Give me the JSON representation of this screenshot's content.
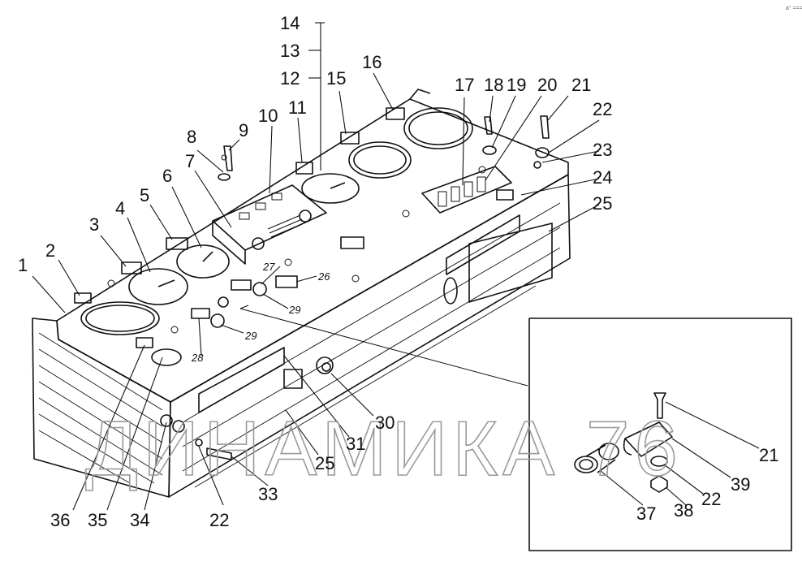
{
  "diagram": {
    "callouts": [
      "1",
      "2",
      "3",
      "4",
      "5",
      "6",
      "7",
      "8",
      "9",
      "10",
      "11",
      "12",
      "13",
      "14",
      "15",
      "16",
      "17",
      "18",
      "19",
      "20",
      "21",
      "22",
      "23",
      "24",
      "25",
      "26",
      "27",
      "28",
      "29",
      "30",
      "31",
      "33",
      "34",
      "35",
      "36",
      "37",
      "38",
      "39"
    ],
    "inset_callouts": [
      "21",
      "22",
      "37",
      "38",
      "39"
    ],
    "watermark": "ДИНАМИКА 76",
    "corner_mark": "a° ==="
  }
}
